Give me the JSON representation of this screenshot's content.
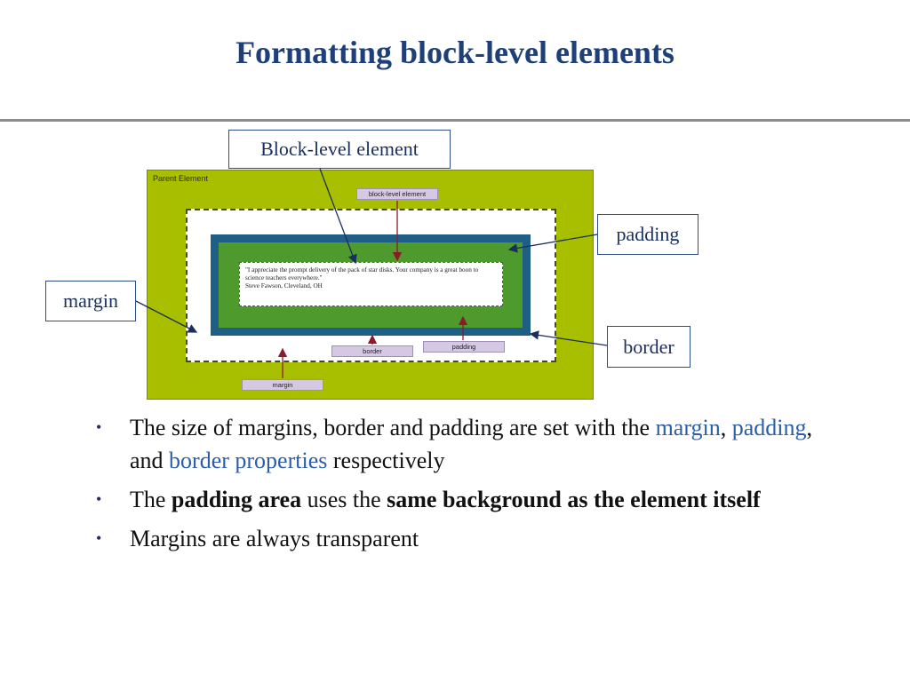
{
  "title": "Formatting block-level elements",
  "diagram": {
    "parent_label": "Parent Element",
    "content_text": "\"I appreciate the prompt delivery of the pack of star disks. Your company is a great boon to science teachers everywhere.\"\nSteve Fawson, Cleveland, OH",
    "tags": {
      "block_level": "block-level element",
      "border": "border",
      "padding": "padding",
      "margin": "margin"
    },
    "callouts": {
      "block_level": "Block-level element",
      "padding": "padding",
      "margin": "margin",
      "border": "border"
    },
    "colors": {
      "parent": "#a8bf00",
      "border": "#1f5f86",
      "padding": "#4f9a2c",
      "tag": "#d4c8e3",
      "arrow_red": "#8b1a2b",
      "arrow_blue": "#1a2f5e"
    }
  },
  "bullets": [
    {
      "pre": "The size of margins, border and padding are set with the ",
      "k1": "margin",
      "s1": ", ",
      "k2": "padding",
      "s2": ", and ",
      "k3": "border properties",
      "post": " respectively"
    },
    {
      "pre": "The ",
      "b1": "padding area",
      "mid": " uses the ",
      "b2": "same background as the element itself"
    },
    {
      "text": "Margins are always transparent"
    }
  ],
  "bullet_glyph": "•"
}
